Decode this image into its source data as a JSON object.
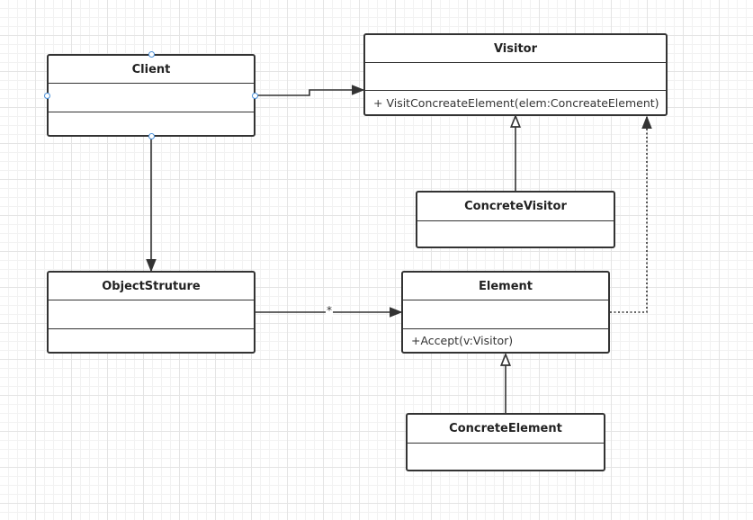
{
  "classes": {
    "client": {
      "name": "Client",
      "operation": ""
    },
    "visitor": {
      "name": "Visitor",
      "operation": "+ VisitConcreateElement(elem:ConcreateElement)"
    },
    "concrete_visitor": {
      "name": "ConcreteVisitor",
      "operation": ""
    },
    "object_structure": {
      "name": "ObjectStruture",
      "operation": ""
    },
    "element": {
      "name": "Element",
      "operation": "+Accept(v:Visitor)"
    },
    "concrete_element": {
      "name": "ConcreteElement",
      "operation": ""
    }
  },
  "relations": {
    "structure_to_element_multiplicity": "*"
  },
  "colors": {
    "line": "#333333",
    "handle": "#4a90d9"
  }
}
